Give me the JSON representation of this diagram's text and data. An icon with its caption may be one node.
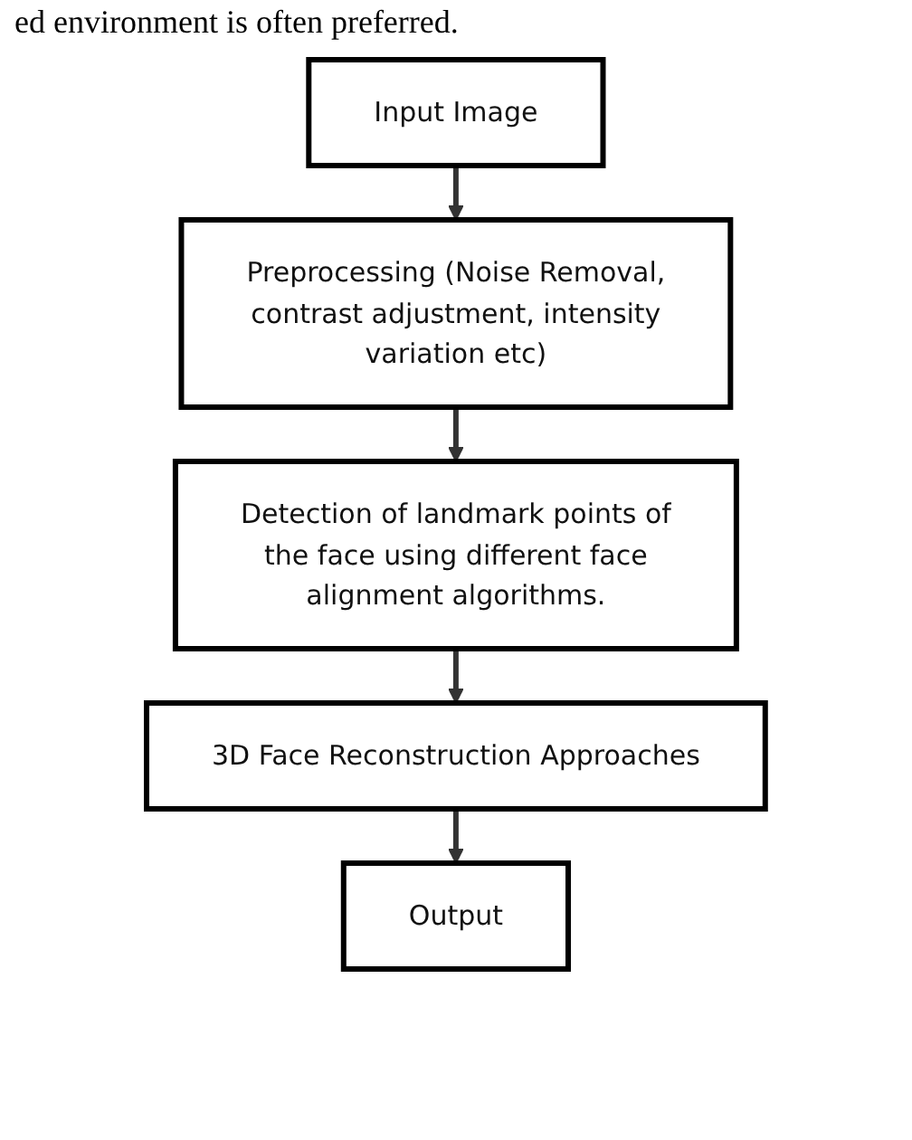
{
  "diagram": {
    "nodes": [
      {
        "text": [
          "Input Image"
        ]
      },
      {
        "text": [
          "Preprocessing (Noise Removal, contrast adjustment, intensity variation etc)"
        ]
      },
      {
        "text": [
          "Detection of landmark points of the face using different face alignment algorithms."
        ]
      },
      {
        "text": [
          "3D Face Reconstruction Approaches"
        ]
      },
      {
        "text": [
          "Output"
        ]
      }
    ],
    "edges": [
      {
        "from": 0,
        "to": 1,
        "arrow": "to"
      },
      {
        "from": 1,
        "to": 2,
        "arrow": "to"
      },
      {
        "from": 2,
        "to": 3,
        "arrow": "to"
      },
      {
        "from": 3,
        "to": 4,
        "arrow": "to"
      }
    ],
    "labels": [
      "ed environment is often preferred."
    ]
  }
}
